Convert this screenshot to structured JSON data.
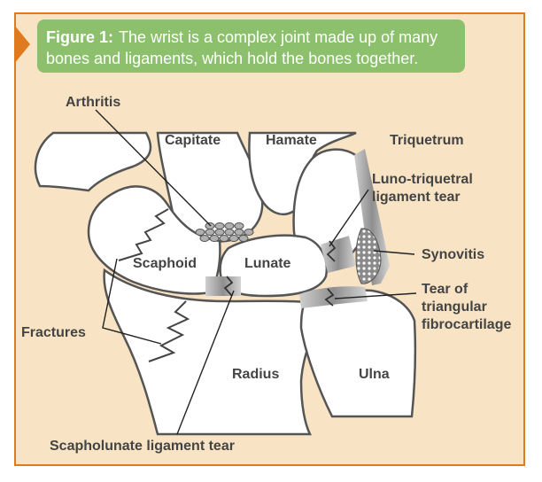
{
  "caption": {
    "lead": "Figure 1:",
    "text": "The wrist is a complex joint made up of many bones and ligaments, which hold the bones together."
  },
  "labels": {
    "arthritis": "Arthritis",
    "capitate": "Capitate",
    "hamate": "Hamate",
    "triquetrum": "Triquetrum",
    "luno_line1": "Luno-triquetral",
    "luno_line2": "ligament tear",
    "scaphoid": "Scaphoid",
    "lunate": "Lunate",
    "synovitis": "Synovitis",
    "tear_line1": "Tear of",
    "tear_line2": "triangular",
    "tear_line3": "fibrocartilage",
    "fractures": "Fractures",
    "radius": "Radius",
    "ulna": "Ulna",
    "scapholunate": "Scapholunate ligament tear"
  },
  "colors": {
    "frame_border": "#e07a1f",
    "frame_fill": "#f8e4c4",
    "caption_fill": "#8cc06c",
    "bone_fill": "#ffffff",
    "outline": "#555555",
    "ligament": "#9a9a9a"
  }
}
